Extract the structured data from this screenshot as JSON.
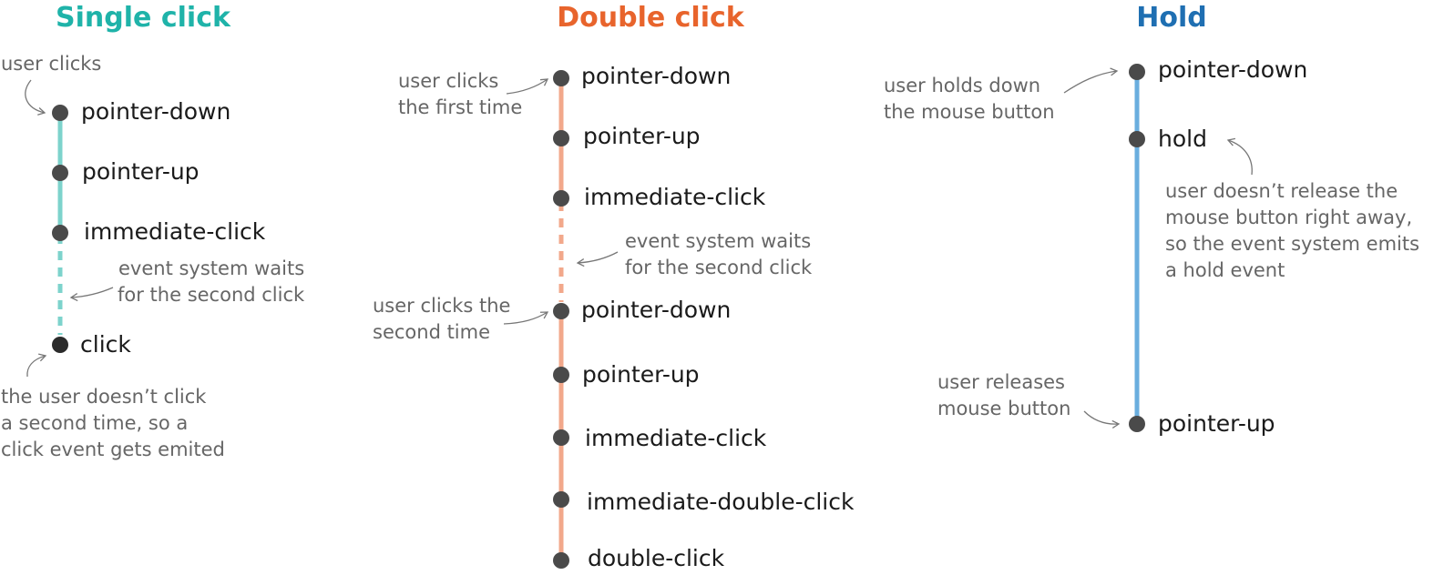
{
  "colors": {
    "single": "#1fb3a9",
    "single_line": "#7dd3cc",
    "double": "#e8642c",
    "double_line": "#f2a88b",
    "hold": "#1f6fb2",
    "hold_line": "#6aaede",
    "dot": "#4a4a4a",
    "note": "#666666"
  },
  "single": {
    "title": "Single click",
    "events": {
      "pointer_down": "pointer-down",
      "pointer_up": "pointer-up",
      "immediate_click": "immediate-click",
      "click": "click"
    },
    "notes": {
      "user_clicks": "user clicks",
      "wait": [
        "event system waits",
        "for the second click"
      ],
      "emit": [
        "the user doesn’t click",
        "a second time, so a",
        "click event gets emited"
      ]
    }
  },
  "double": {
    "title": "Double click",
    "events": {
      "pointer_down_1": "pointer-down",
      "pointer_up_1": "pointer-up",
      "immediate_click_1": "immediate-click",
      "pointer_down_2": "pointer-down",
      "pointer_up_2": "pointer-up",
      "immediate_click_2": "immediate-click",
      "immediate_double_click": "immediate-double-click",
      "double_click": "double-click"
    },
    "notes": {
      "first": [
        "user clicks",
        "the first time"
      ],
      "wait": [
        "event system waits",
        "for the second click"
      ],
      "second": [
        "user clicks the",
        "second time"
      ]
    }
  },
  "hold": {
    "title": "Hold",
    "events": {
      "pointer_down": "pointer-down",
      "hold": "hold",
      "pointer_up": "pointer-up"
    },
    "notes": {
      "holds": [
        "user holds down",
        "the mouse button"
      ],
      "emits": [
        "user doesn’t release the",
        "mouse button right away,",
        "so the event system emits",
        "a hold event"
      ],
      "releases": [
        "user releases",
        "mouse button"
      ]
    }
  }
}
